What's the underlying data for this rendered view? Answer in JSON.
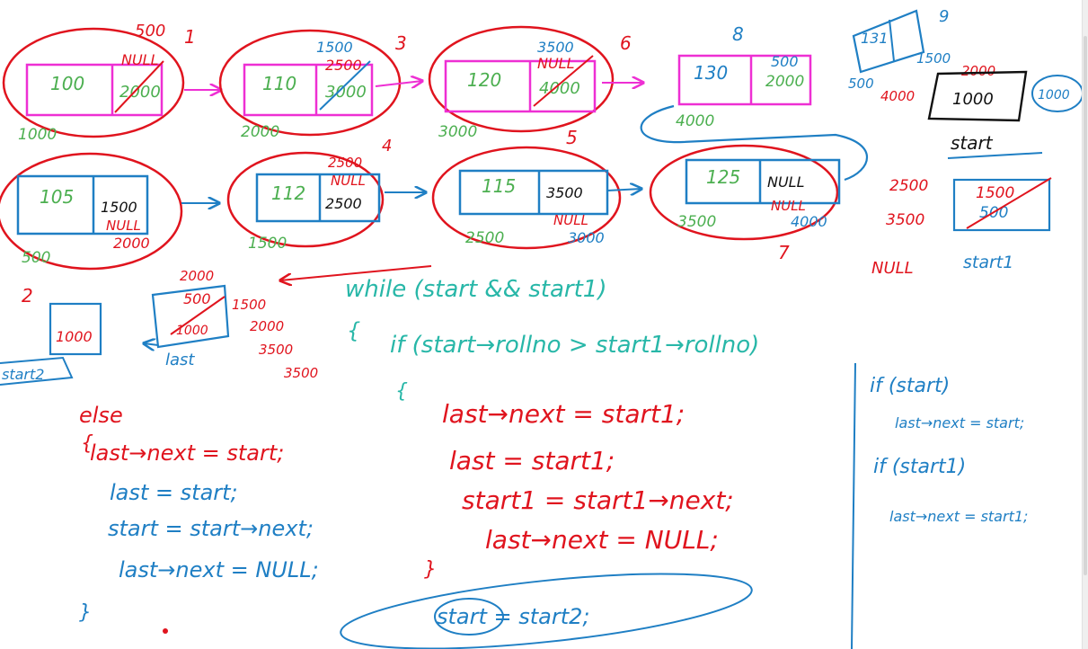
{
  "colors": {
    "red": "#e0141e",
    "blue": "#1f7fc4",
    "magenta": "#ee2fd3",
    "green": "#4caf50",
    "teal": "#28b7a8",
    "black": "#111111"
  },
  "top_row": [
    {
      "value": "100",
      "next": "2000",
      "addr": "1000",
      "next_old": "NULL",
      "next_new": "500",
      "tag": "1"
    },
    {
      "value": "110",
      "next": "3000",
      "addr": "2000",
      "next_old": "2500",
      "next_new": "1500",
      "tag": "3"
    },
    {
      "value": "120",
      "next": "4000",
      "addr": "3000",
      "next_old": "NULL",
      "next_new": "3500",
      "tag": "6"
    },
    {
      "value": "130",
      "next": "2000",
      "addr": "4000",
      "next_new": "500",
      "tag": "8"
    }
  ],
  "bottom_row": [
    {
      "value": "105",
      "next": "2000",
      "addr": "500",
      "next_old": "1500",
      "next_new": "NULL",
      "tag": "2"
    },
    {
      "value": "112",
      "next": "2500",
      "addr": "1500",
      "next_old": "NULL",
      "next_new": "2500",
      "tag": "4"
    },
    {
      "value": "115",
      "next": "3000",
      "addr": "2500",
      "next_old": "3500",
      "next_new": "NULL",
      "tag": "5"
    },
    {
      "value": "125",
      "next": "4000",
      "addr": "3500",
      "next_old": "NULL",
      "next_new": "NULL",
      "tag": "7"
    }
  ],
  "right_boxes": {
    "box_131": "131",
    "start_box": "1000",
    "start_label": "start",
    "start_side": "1000",
    "start1_box": "1500",
    "start1_box_new": "500",
    "start1_label": "start1",
    "null_label": "NULL",
    "start1_vals": [
      "2500",
      "3500"
    ],
    "box_8_vals": [
      "1500",
      "2000",
      "4000",
      "500"
    ],
    "tag_9": "9"
  },
  "left_boxes": {
    "start2_box": "1000",
    "start2_label": "start2",
    "last_box": "500",
    "last_label": "last",
    "tag_2": "2",
    "last_vals": [
      "2000",
      "500",
      "1000",
      "1500",
      "2000",
      "3500",
      "3500"
    ]
  },
  "code": {
    "while_line": "while (start && start1)",
    "open_brace": "{",
    "if_line": "if (start→rollno > start1→rollno)",
    "if_open": "{",
    "if_body": [
      "last→next = start1;",
      "last = start1;",
      "start1 = start1→next;",
      "last→next = NULL;"
    ],
    "if_close": "}",
    "else_label": "else",
    "else_open": "{",
    "else_body": [
      "last→next = start;",
      "last = start;",
      "start = start→next;",
      "last→next = NULL;"
    ],
    "else_close": "}",
    "side_if1": "if (start)",
    "side_if1_body": "last→next = start;",
    "side_if2": "if (start1)",
    "side_if2_body": "last→next = start1;",
    "final_line": "start = start2;"
  }
}
